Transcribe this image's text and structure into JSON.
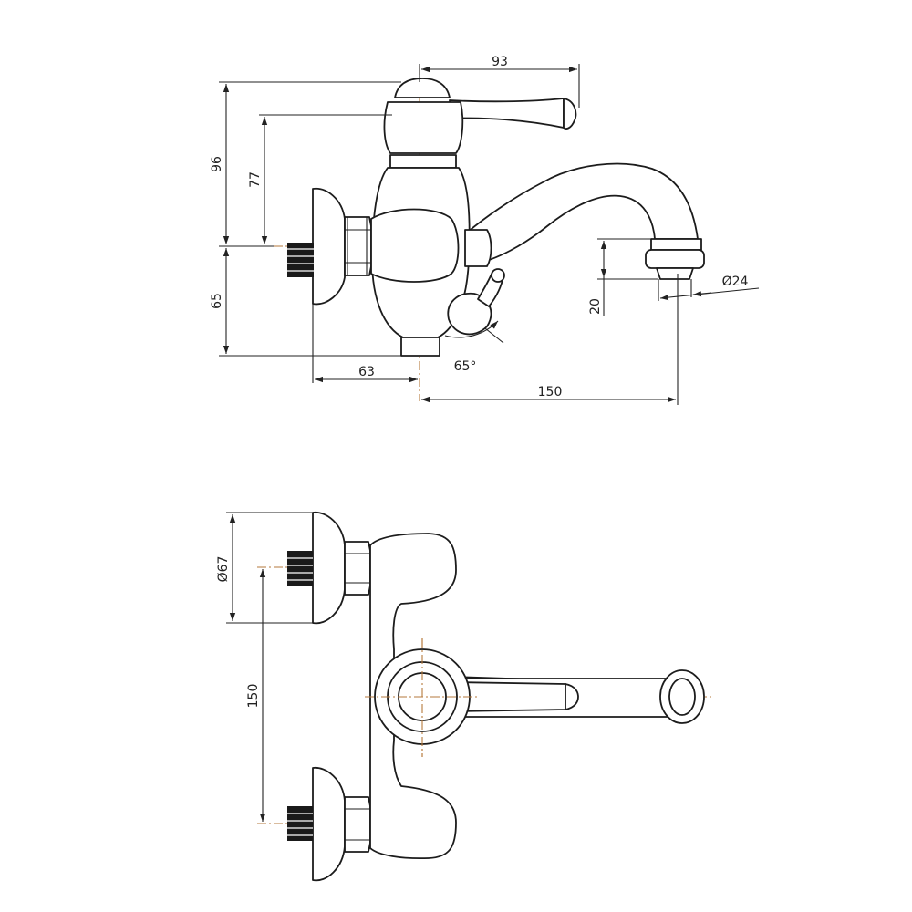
{
  "side_view": {
    "dim_spout_reach_top": "93",
    "dim_total_height": "96",
    "dim_body_height": "77",
    "dim_lower_height": "65",
    "dim_axis_offset": "63",
    "dim_spout_reach": "150",
    "dim_outlet_drop": "20",
    "dim_outlet_dia": "Ø24",
    "dim_lever_angle": "65°"
  },
  "top_view": {
    "dim_flange_dia": "Ø67",
    "dim_inlet_spacing": "150"
  }
}
